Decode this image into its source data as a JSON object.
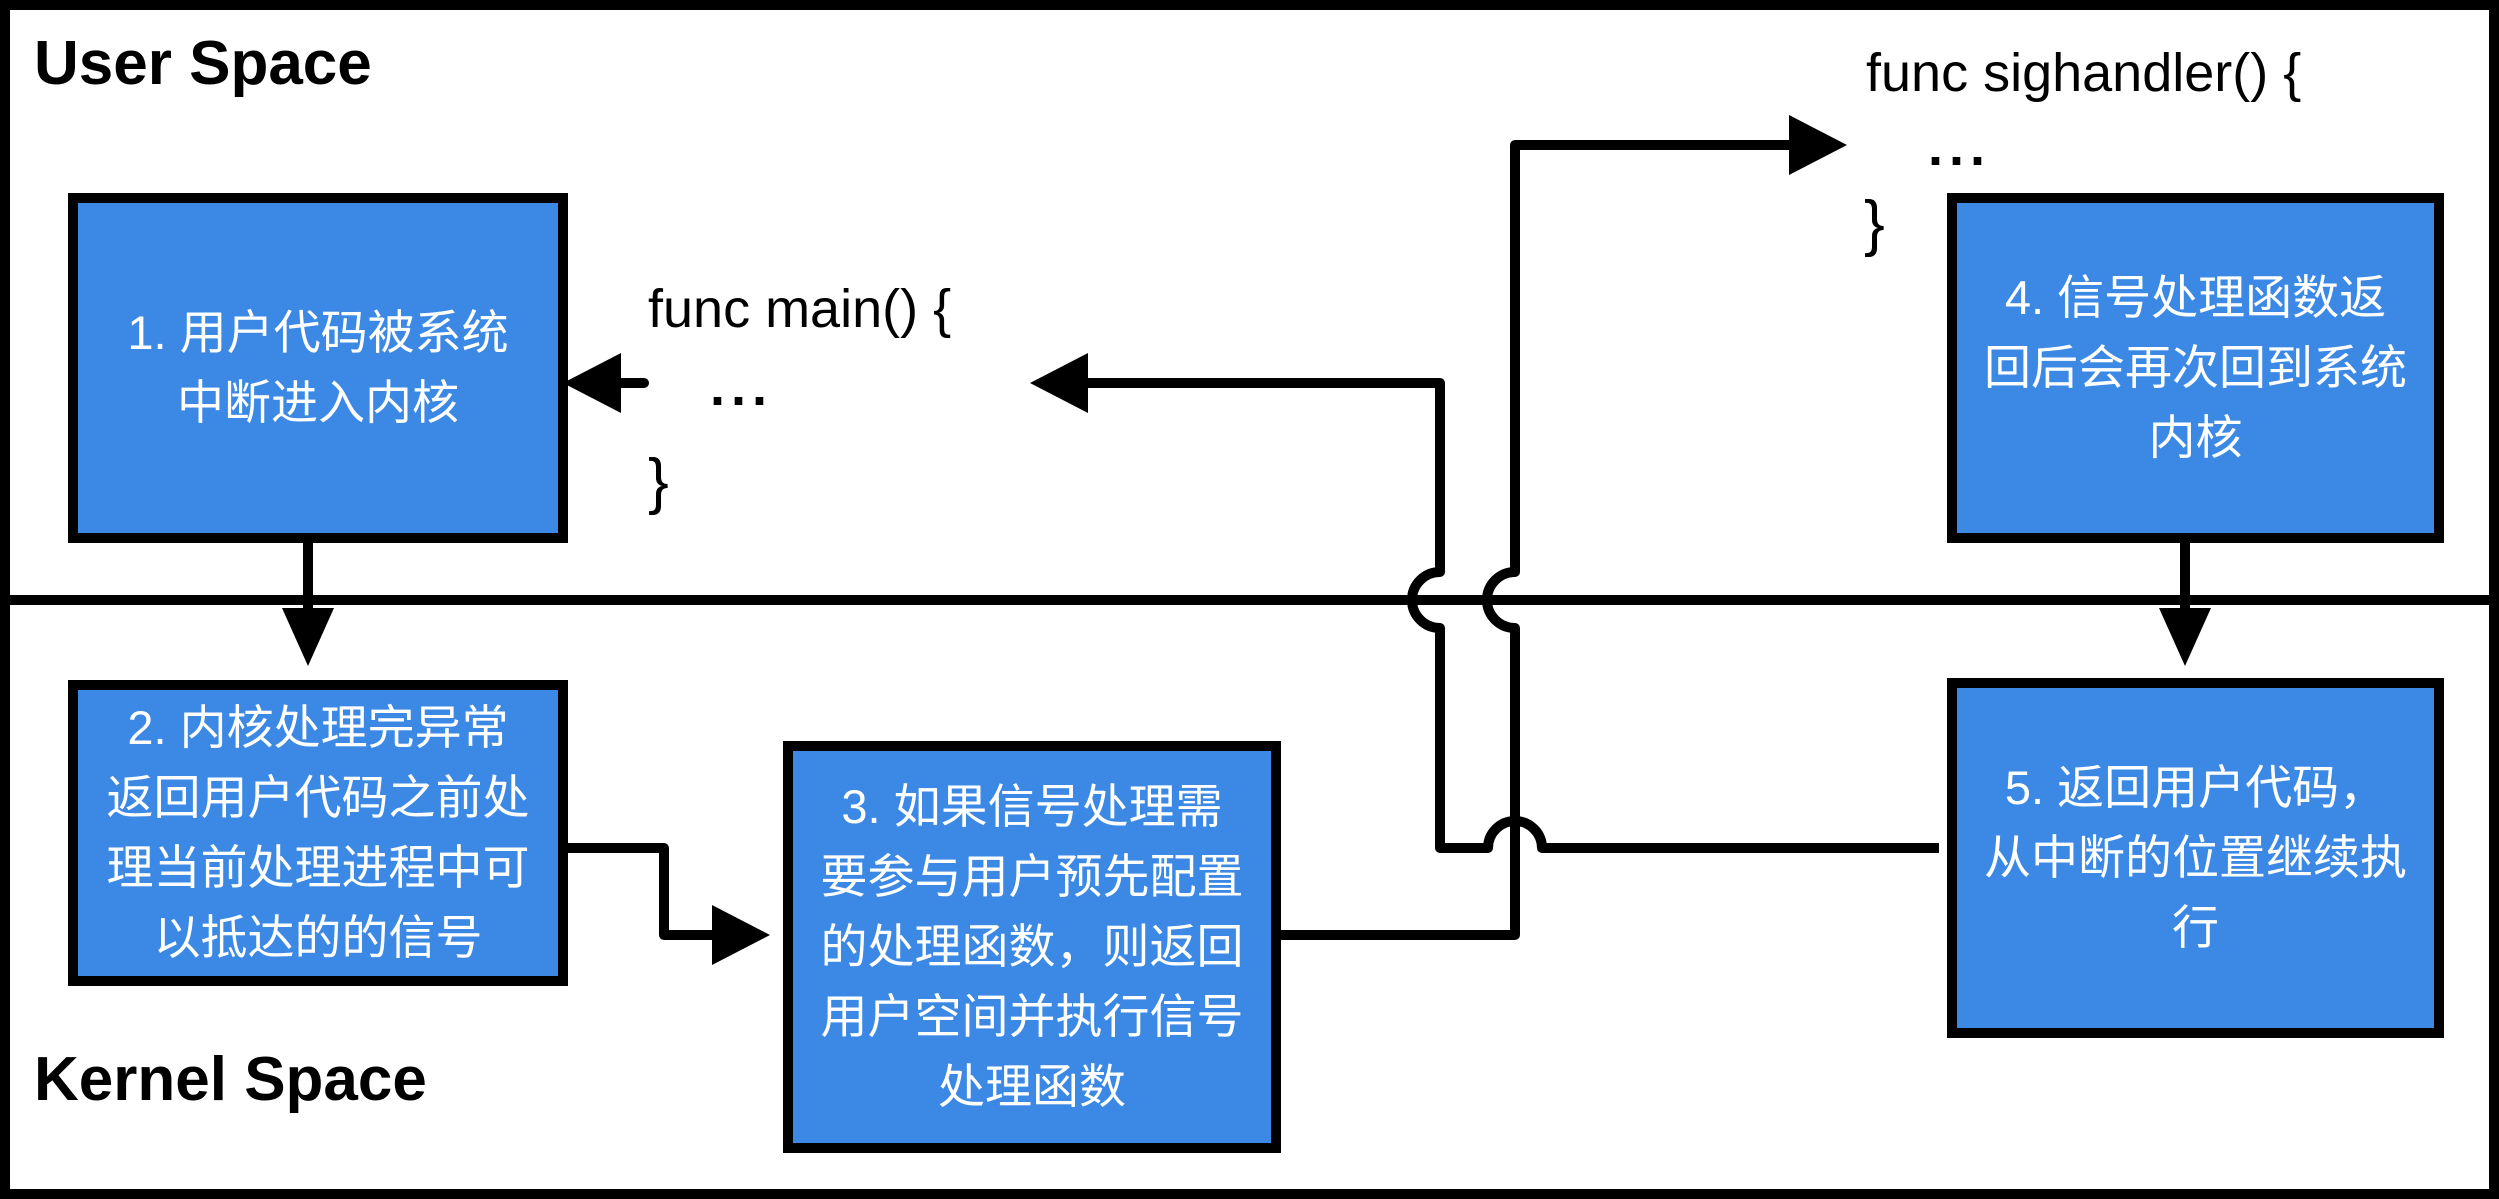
{
  "labels": {
    "user_space": "User Space",
    "kernel_space": "Kernel Space"
  },
  "code": {
    "main": {
      "open": "func main() {",
      "body": "...",
      "close": "}"
    },
    "sighandler": {
      "open": "func sighandler() {",
      "body": "...",
      "close": "}"
    }
  },
  "steps": [
    {
      "id": 1,
      "lines": [
        "1. 用户代码被系统",
        "中断进入内核"
      ]
    },
    {
      "id": 2,
      "lines": [
        "2. 内核处理完异常",
        "返回用户代码之前处",
        "理当前处理进程中可",
        "以抵达的的信号"
      ]
    },
    {
      "id": 3,
      "lines": [
        "3. 如果信号处理需",
        "要参与用户预先配置",
        "的处理函数，则返回",
        "用户空间并执行信号",
        "处理函数"
      ]
    },
    {
      "id": 4,
      "lines": [
        "4. 信号处理函数返",
        "回后会再次回到系统",
        "内核"
      ]
    },
    {
      "id": 5,
      "lines": [
        "5. 返回用户代码，",
        "从中断的位置继续执",
        "行"
      ]
    }
  ],
  "colors": {
    "line": "#000000",
    "box_fill": "#3C88E5",
    "box_text": "#FFFFFF",
    "background": "#FFFFFF"
  }
}
